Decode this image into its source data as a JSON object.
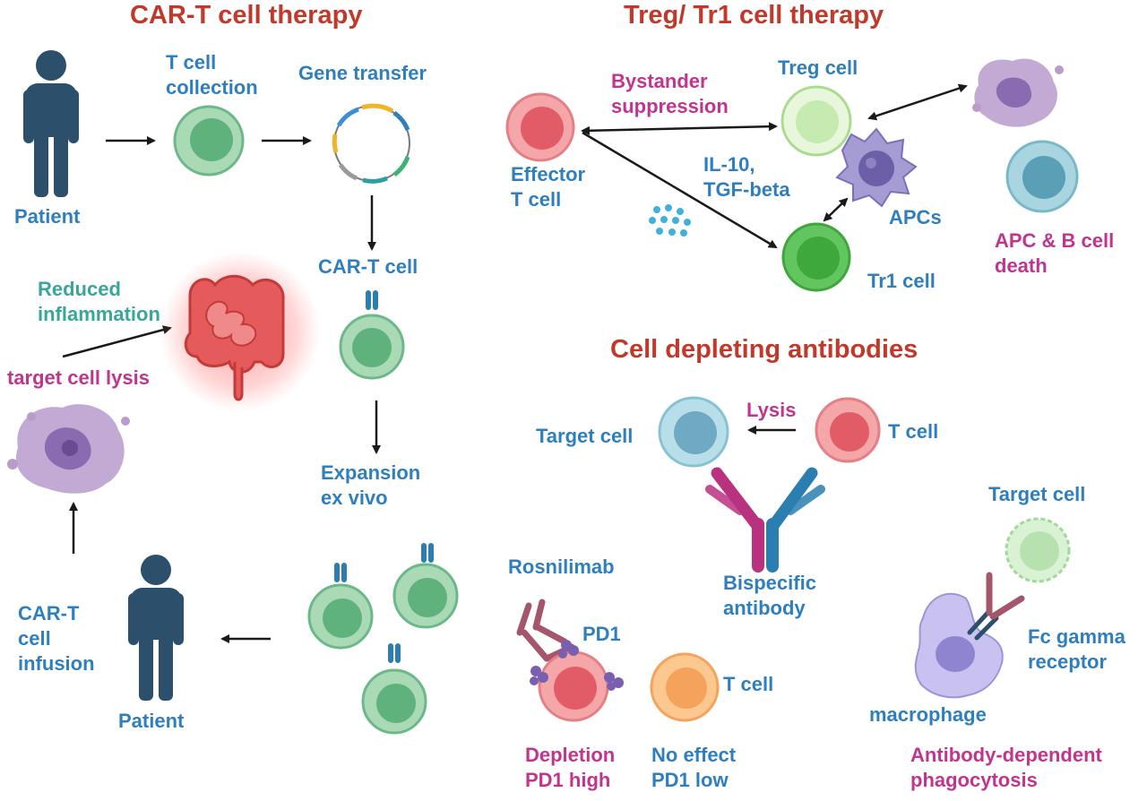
{
  "colors": {
    "heading": "#c0392b",
    "label_blue": "#2f7fbf",
    "label_pink": "#c0358e",
    "label_teal": "#3aa59a",
    "patient": "#2c4f6b",
    "tcell_green": "#7cc29a",
    "effector_red": "#e8737a",
    "treg_light_green": "#d8f0c8",
    "tr1_green": "#4fb84f",
    "apc_purple": "#8a7bc0",
    "target_blue": "#8ecae6",
    "tcell_orange": "#f5a25a",
    "antibody_magenta": "#b83280",
    "antibody_blue": "#2a7fb0",
    "rosnilimab_brown": "#a5566a",
    "macrophage_purple": "#b0a8e6"
  },
  "icons": [
    "patient-icon",
    "t-cell-icon",
    "plasmid-icon",
    "car-t-cell-icon",
    "intestine-icon",
    "lysed-cell-icon",
    "effector-t-cell-icon",
    "treg-cell-icon",
    "tr1-cell-icon",
    "apc-icon",
    "cytokine-dots-icon",
    "b-cell-icon",
    "target-cell-icon",
    "bispecific-antibody-icon",
    "rosnilimab-antibody-icon",
    "macrophage-icon"
  ],
  "car_t": {
    "title": "CAR-T cell therapy",
    "patient_top": "Patient",
    "t_cell_collection": "T cell\ncollection",
    "gene_transfer": "Gene transfer",
    "car_t_cell": "CAR-T cell",
    "expansion": "Expansion\nex vivo",
    "patient_bottom": "Patient",
    "car_t_infusion": "CAR-T\ncell\ninfusion",
    "target_cell_lysis": "target cell lysis",
    "reduced_inflammation": "Reduced\ninflammation"
  },
  "treg": {
    "title": "Treg/ Tr1 cell therapy",
    "bystander": "Bystander\nsuppression",
    "treg_cell": "Treg cell",
    "effector": "Effector\nT cell",
    "cytokines": "IL-10,\nTGF-beta",
    "apcs": "APCs",
    "tr1_cell": "Tr1 cell",
    "apc_b_death": "APC & B cell\ndeath"
  },
  "depleting": {
    "title": "Cell depleting antibodies",
    "target_cell": "Target cell",
    "lysis": "Lysis",
    "t_cell": "T cell",
    "bispecific": "Bispecific\nantibody",
    "rosnilimab": "Rosnilimab",
    "pd1": "PD1",
    "t_cell_2": "T cell",
    "depletion": "Depletion\nPD1 high",
    "no_effect": "No effect\nPD1 low",
    "target_cell_2": "Target cell",
    "fc_gamma": "Fc gamma\nreceptor",
    "macrophage": "macrophage",
    "adcp": "Antibody-dependent\nphagocytosis"
  }
}
